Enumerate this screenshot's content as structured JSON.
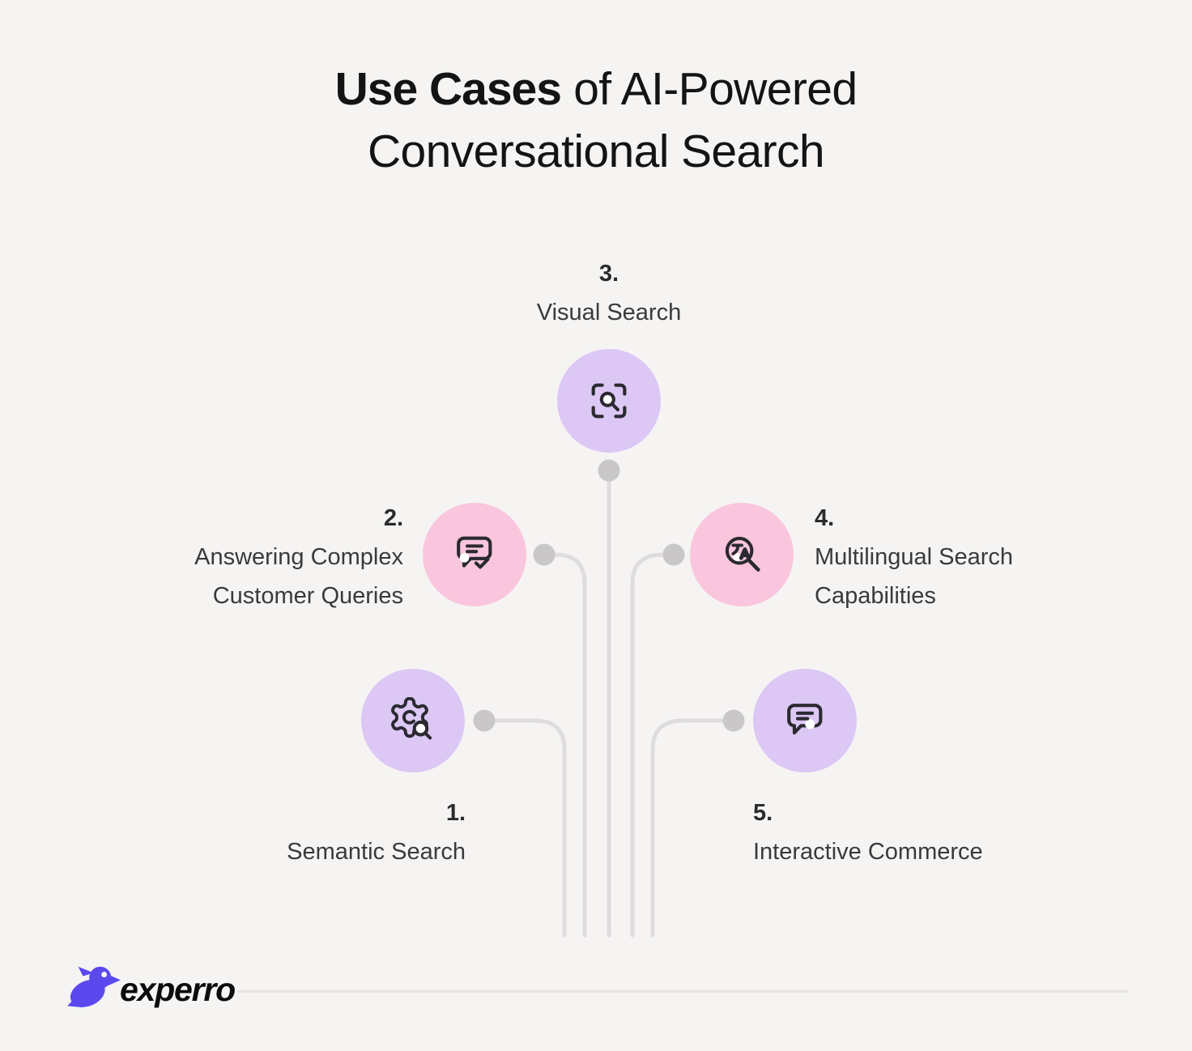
{
  "title": {
    "emphasis": "Use Cases",
    "line1_rest": " of AI-Powered",
    "line2": "Conversational Search"
  },
  "nodes": {
    "n1": {
      "number": "1.",
      "lines": [
        "Semantic Search"
      ],
      "icon": "gear-search-icon",
      "circle_color": "#dcc7f5"
    },
    "n2": {
      "number": "2.",
      "lines": [
        "Answering Complex",
        "Customer Queries"
      ],
      "icon": "message-check-icon",
      "circle_color": "#fac6dd"
    },
    "n3": {
      "number": "3.",
      "lines": [
        "Visual Search"
      ],
      "icon": "scan-search-icon",
      "circle_color": "#dcc7f5"
    },
    "n4": {
      "number": "4.",
      "lines": [
        "Multilingual Search",
        "Capabilities"
      ],
      "icon": "translate-search-icon",
      "circle_color": "#fac6dd"
    },
    "n5": {
      "number": "5.",
      "lines": [
        "Interactive Commerce"
      ],
      "icon": "chat-bubble-icon",
      "circle_color": "#dcc7f5"
    }
  },
  "connectors": {
    "line_color": "#dedcdc",
    "dot_color": "#c9c7c7"
  },
  "brand": {
    "name": "experro",
    "accent_color": "#5b49ee"
  },
  "colors": {
    "background": "#f5f4f3",
    "title_text": "#141414",
    "label_text": "#3a3a3a",
    "icon_stroke": "#2a2a30",
    "divider": "#e5e3e2"
  }
}
